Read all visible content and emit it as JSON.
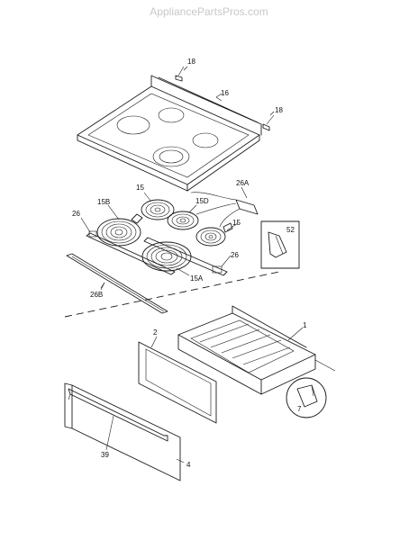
{
  "watermark": "AppliancePartsPros.com",
  "callouts": {
    "c18a": "18",
    "c16": "16",
    "c18b": "18",
    "c15a": "15",
    "c15b": "15B",
    "c15d": "15D",
    "c26a_top": "26A",
    "c26_left": "26",
    "c15c": "15",
    "c52": "52",
    "c26_right": "26",
    "c15a_label": "15A",
    "c26b": "26B",
    "c1": "1",
    "c2": "2",
    "c7": "7",
    "c39": "39",
    "c4": "4"
  }
}
